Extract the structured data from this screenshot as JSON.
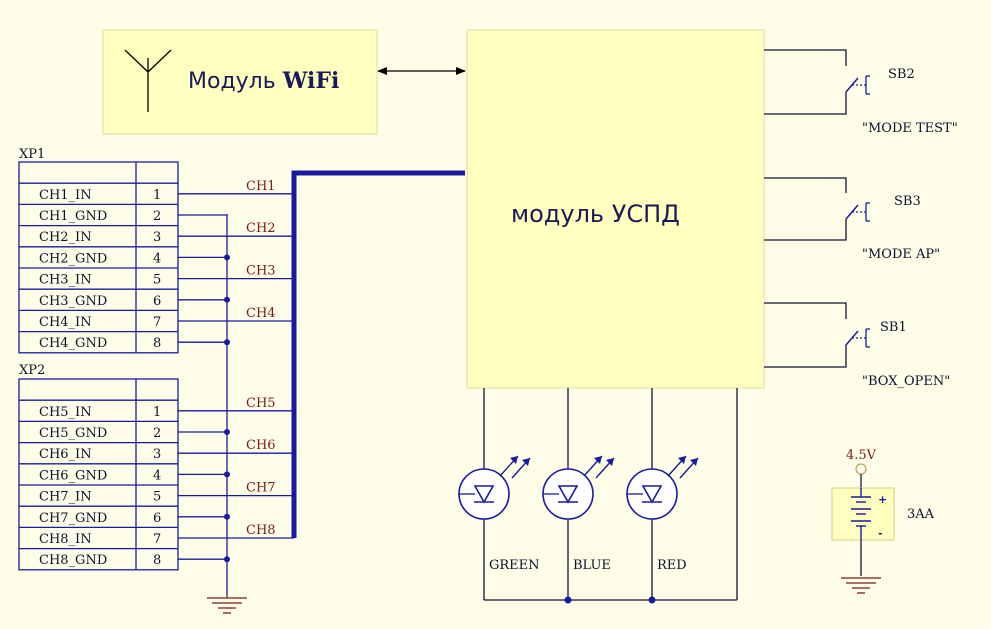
{
  "wifi_module": {
    "prefix": "Модуль ",
    "bold": "WiFi"
  },
  "main_module": {
    "label": "модуль УСПД"
  },
  "buttons": [
    {
      "ref": "SB2",
      "caption": "\"MODE TEST\""
    },
    {
      "ref": "SB3",
      "caption": "\"MODE AP\""
    },
    {
      "ref": "SB1",
      "caption": "\"BOX_OPEN\""
    }
  ],
  "leds": [
    {
      "label": "GREEN"
    },
    {
      "label": "BLUE"
    },
    {
      "label": "RED"
    }
  ],
  "battery": {
    "voltage": "4.5V",
    "label": "3AA",
    "plus": "+",
    "minus": "-"
  },
  "connectors": [
    {
      "ref": "XP1",
      "pins": [
        {
          "name": "CH1_IN",
          "num": "1"
        },
        {
          "name": "CH1_GND",
          "num": "2"
        },
        {
          "name": "CH2_IN",
          "num": "3"
        },
        {
          "name": "CH2_GND",
          "num": "4"
        },
        {
          "name": "CH3_IN",
          "num": "5"
        },
        {
          "name": "CH3_GND",
          "num": "6"
        },
        {
          "name": "CH4_IN",
          "num": "7"
        },
        {
          "name": "CH4_GND",
          "num": "8"
        }
      ]
    },
    {
      "ref": "XP2",
      "pins": [
        {
          "name": "CH5_IN",
          "num": "1"
        },
        {
          "name": "CH5_GND",
          "num": "2"
        },
        {
          "name": "CH6_IN",
          "num": "3"
        },
        {
          "name": "CH6_GND",
          "num": "4"
        },
        {
          "name": "CH7_IN",
          "num": "5"
        },
        {
          "name": "CH7_GND",
          "num": "6"
        },
        {
          "name": "CH8_IN",
          "num": "7"
        },
        {
          "name": "CH8_GND",
          "num": "8"
        }
      ]
    }
  ],
  "channels": [
    "CH1",
    "CH2",
    "CH3",
    "CH4",
    "CH5",
    "CH6",
    "CH7",
    "CH8"
  ]
}
